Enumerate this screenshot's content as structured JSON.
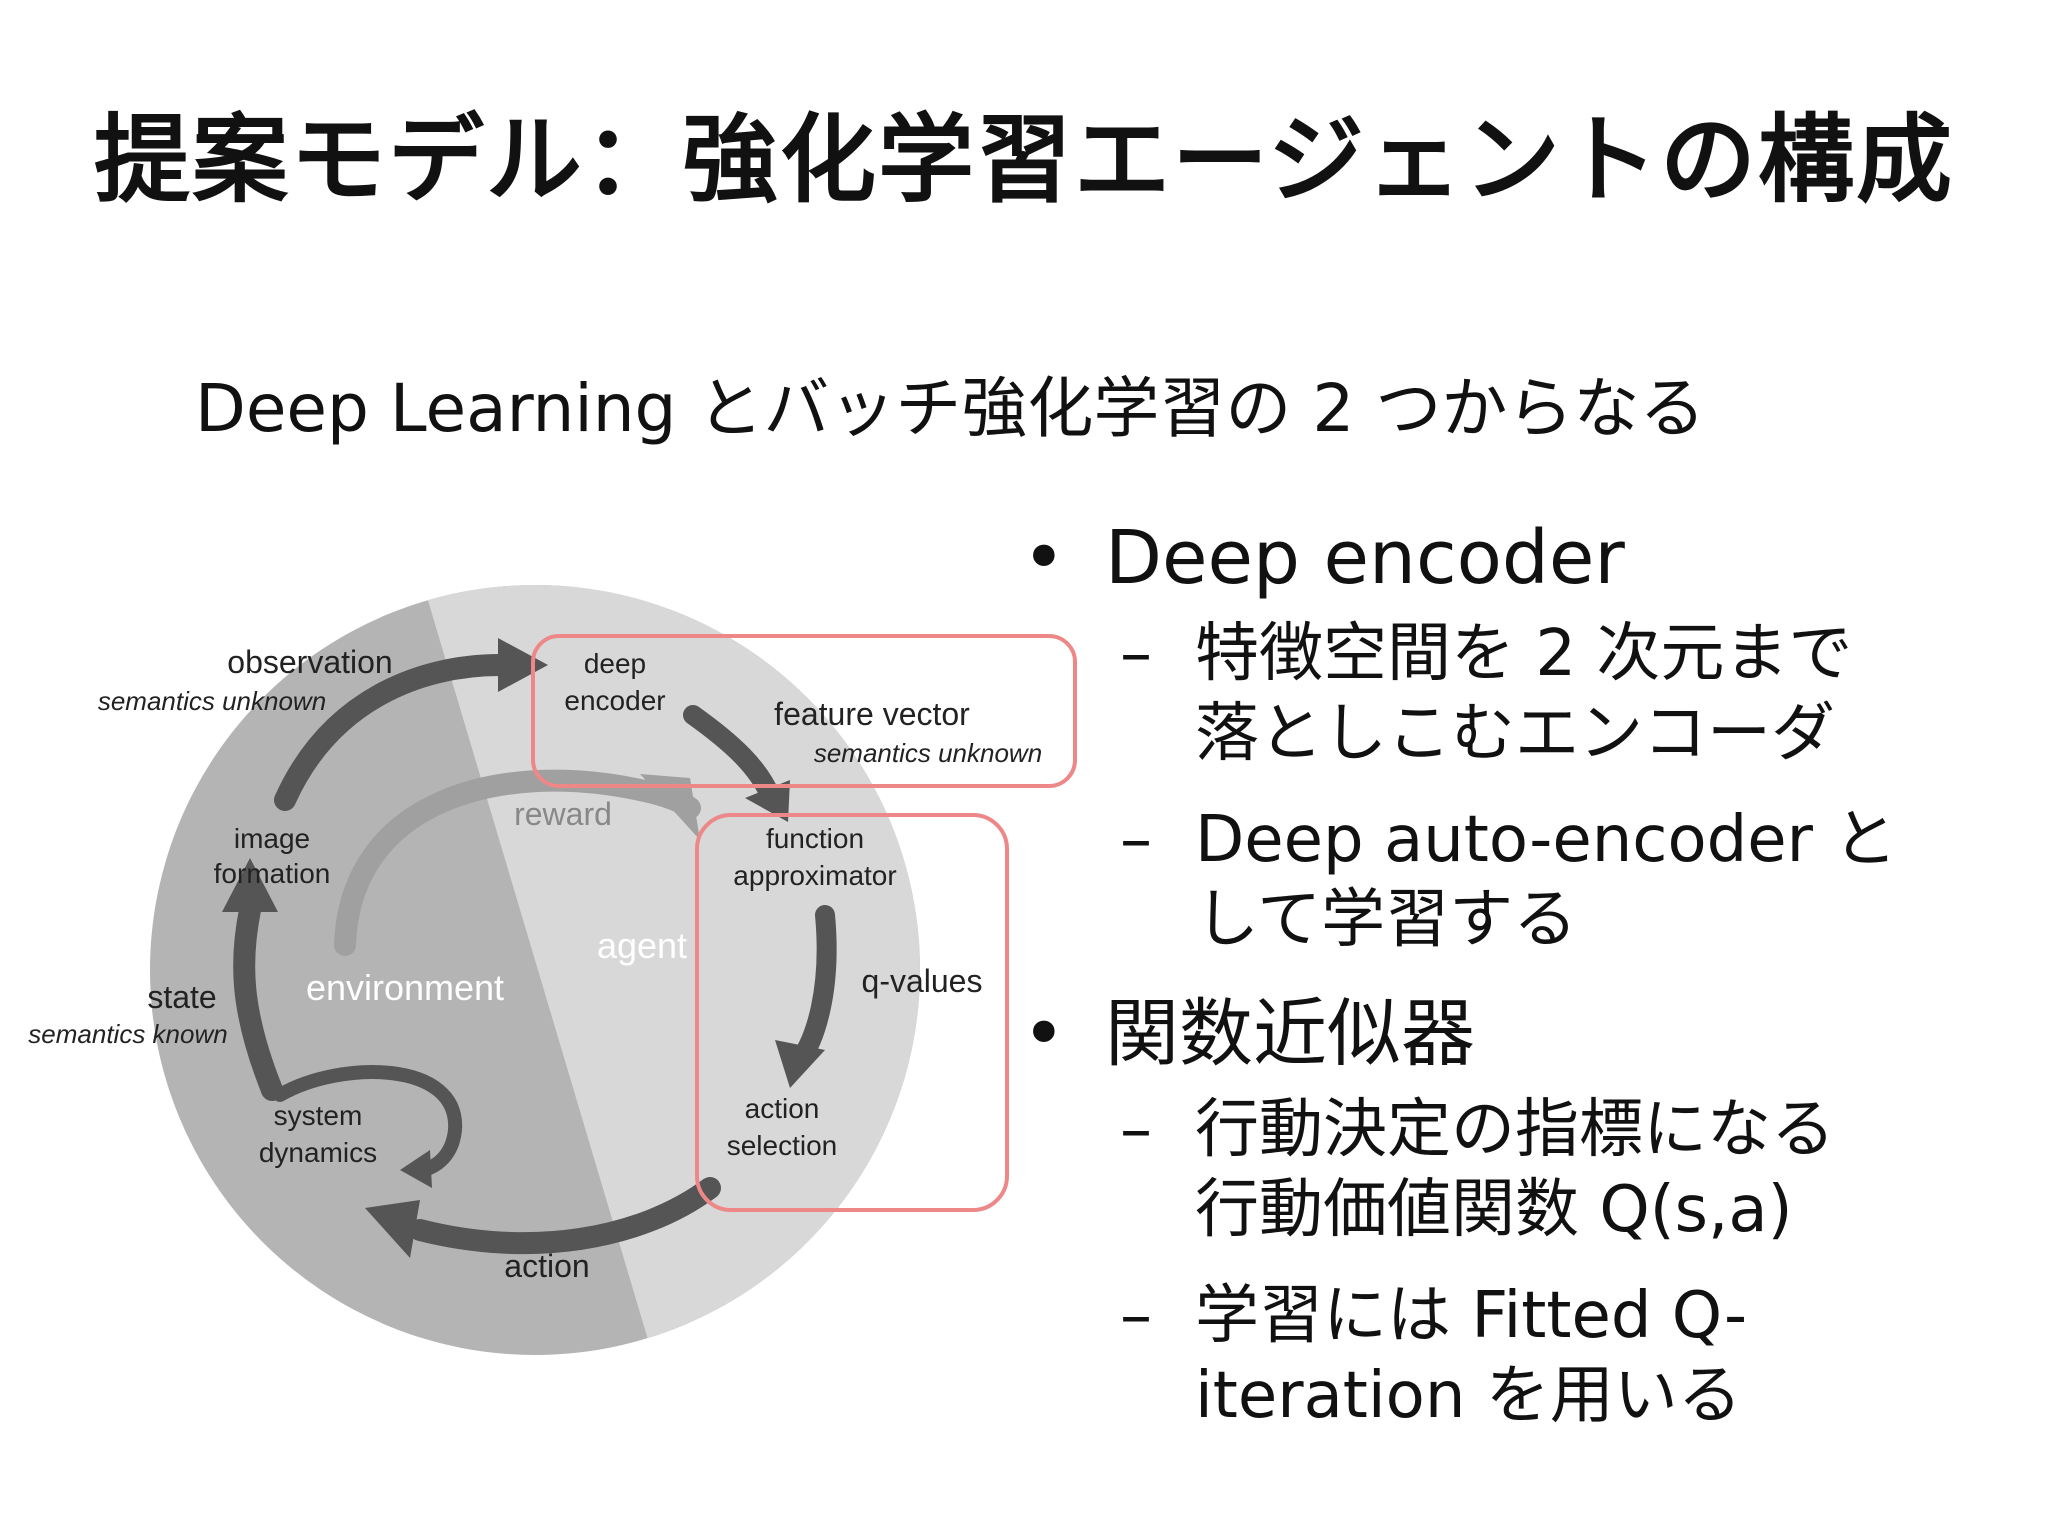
{
  "slide": {
    "title": "提案モデル：強化学習エージェントの構成",
    "subtitle": "Deep Learning とバッチ強化学習の 2 つからなる"
  },
  "diagram": {
    "observation": "observation",
    "observation_note": "semantics unknown",
    "deep_encoder_1": "deep",
    "deep_encoder_2": "encoder",
    "feature_vector": "feature vector",
    "feature_vector_note": "semantics unknown",
    "reward": "reward",
    "image_formation_1": "image",
    "image_formation_2": "formation",
    "function_approx_1": "function",
    "function_approx_2": "approximator",
    "agent": "agent",
    "environment": "environment",
    "q_values": "q-values",
    "state": "state",
    "state_note": "semantics known",
    "system_dynamics_1": "system",
    "system_dynamics_2": "dynamics",
    "action_selection_1": "action",
    "action_selection_2": "selection",
    "action": "action"
  },
  "bullets": [
    {
      "text": "Deep encoder",
      "subs": [
        [
          "特徴空間を 2 次元まで",
          "落としこむエンコーダ"
        ],
        [
          "Deep auto-encoder と",
          "して学習する"
        ]
      ]
    },
    {
      "text": "関数近似器",
      "subs": [
        [
          "行動決定の指標になる",
          "行動価値関数 Q(s,a)"
        ],
        [
          "学習には Fitted Q-",
          "iteration を用いる"
        ]
      ]
    }
  ],
  "symbols": {
    "bullet": "•",
    "dash": "–"
  },
  "colors": {
    "circle_dark": "#b4b4b4",
    "circle_light": "#d8d8d8",
    "arrow": "#555555",
    "reward_arrow": "#a0a0a0",
    "highlight": "#ee8888"
  }
}
